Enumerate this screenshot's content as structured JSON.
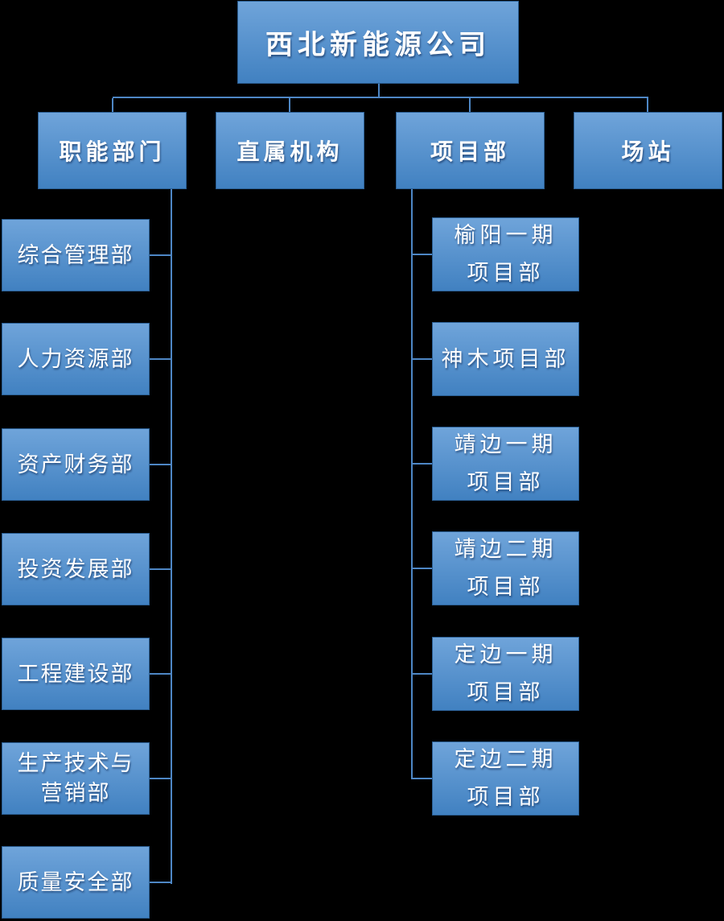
{
  "title": "西北新能源公司",
  "colors": {
    "background": "#000000",
    "box_gradient_top": "#6fa4da",
    "box_gradient_bottom": "#4181c1",
    "box_border": "#2b5f94",
    "connector_line": "#4e87c5",
    "text": "#ffffff"
  },
  "level2": [
    {
      "key": "functional-departments",
      "label": "职能部门"
    },
    {
      "key": "direct-institutions",
      "label": "直属机构"
    },
    {
      "key": "project-departments",
      "label": "项目部"
    },
    {
      "key": "stations",
      "label": "场站"
    }
  ],
  "functional_departments": [
    {
      "lines": [
        "综合管理部"
      ]
    },
    {
      "lines": [
        "人力资源部"
      ]
    },
    {
      "lines": [
        "资产财务部"
      ]
    },
    {
      "lines": [
        "投资发展部"
      ]
    },
    {
      "lines": [
        "工程建设部"
      ]
    },
    {
      "lines": [
        "生产技术与",
        "营销部"
      ]
    },
    {
      "lines": [
        "质量安全部"
      ]
    }
  ],
  "project_departments": [
    {
      "lines": [
        "榆阳一期",
        "项目部"
      ]
    },
    {
      "lines": [
        "神木项目部"
      ]
    },
    {
      "lines": [
        "靖边一期",
        "项目部"
      ]
    },
    {
      "lines": [
        "靖边二期",
        "项目部"
      ]
    },
    {
      "lines": [
        "定边一期",
        "项目部"
      ]
    },
    {
      "lines": [
        "定边二期",
        "项目部"
      ]
    }
  ]
}
